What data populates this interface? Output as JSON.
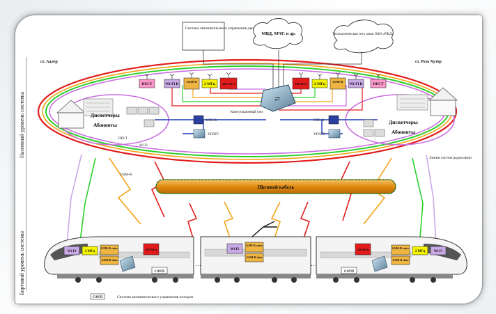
{
  "diagram": {
    "top_boxes": {
      "train_control": "Система автоматического управления движением",
      "mvd": "МВД, МЧС и др.",
      "rzd_network": "Технологическая сеть связи ОАО «РЖД»"
    },
    "stations": {
      "left": "ст. Адлер",
      "right": "ст. Роза Хутор"
    },
    "ground": {
      "dispatchers": "Диспетчеры",
      "subscribers": "Абоненты",
      "wifi": "Wi-Fi",
      "dect": "DECT",
      "wifi_r": "Wi-Fi R",
      "band_2mhz": "2 МГц",
      "gsm_r": "GSM-R",
      "mhz_400": "400 МГц",
      "mhz_900": "900 МГц",
      "otc_r": "ОТС-R",
      "upatc": "УПАТС",
      "switching_node": "Коммутационный узел",
      "level_label": "Наземный уровень системы",
      "radio_lines": "Линии систем радиосвязи",
      "gsm_r_link": "GSM-R",
      "leaky_cable": "Щелевой кабель"
    },
    "train": {
      "wifi": "Wi-Fi",
      "band_2mhz": "2 МГц",
      "gsm_r_voice": "GSM-R voice",
      "gsm_r_data": "GSM-R data",
      "band_450": "450 МГц",
      "sap_badge": "САУП",
      "level_label": "Бортовой уровень системы"
    },
    "legend": {
      "key": "САУП",
      "text": "Система автоматического управления поездом"
    }
  },
  "colors": {
    "wifi_box": "#c8a9e6",
    "band_box": "#f5f500",
    "gsm_box": "#f0b440",
    "red_box": "#e31b1b",
    "dect_box": "#ff99cc",
    "leaky_cable": "#f2a316",
    "ellipse_red": "#e31b1b",
    "ellipse_green": "#2bd12b",
    "ellipse_purple": "#c86ee0"
  }
}
